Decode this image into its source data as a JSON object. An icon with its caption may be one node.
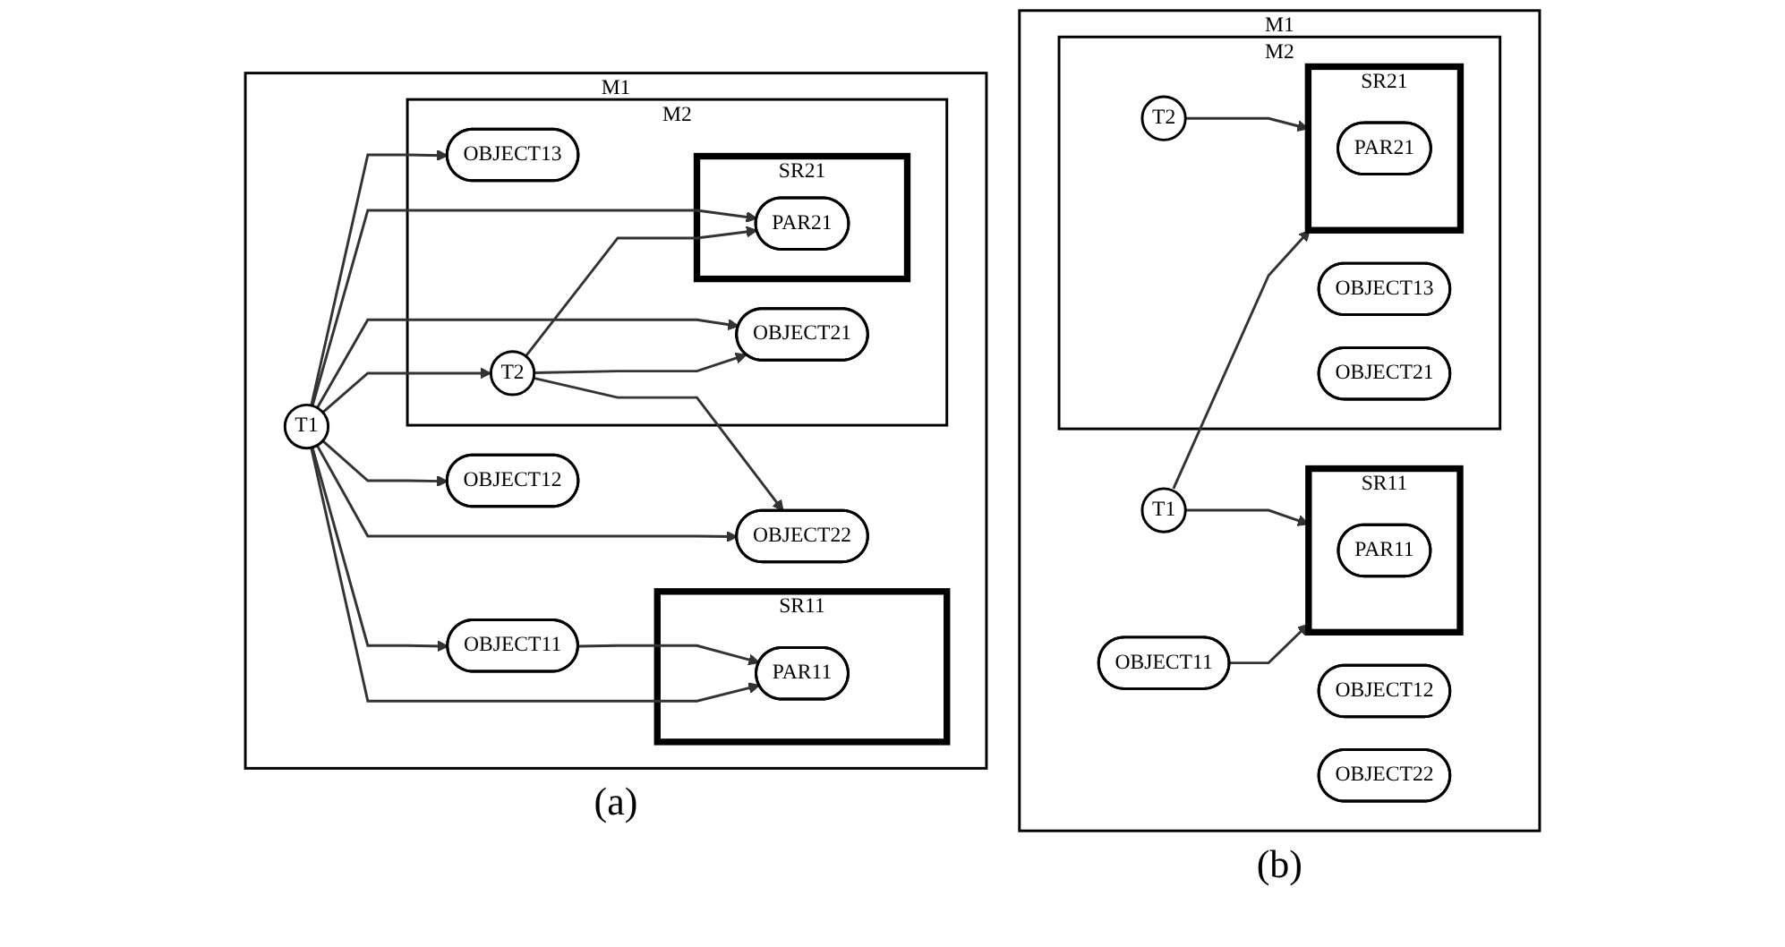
{
  "diagram": {
    "nodes": [
      {
        "text": [
          "M1"
        ],
        "beside": [
          "(a)"
        ]
      },
      {
        "text": [
          "T1"
        ],
        "in": 0
      },
      {
        "text": [
          "OBJECT11"
        ],
        "in": 0
      },
      {
        "text": [
          "SR11"
        ],
        "in": 0
      },
      {
        "text": [
          "PAR11"
        ],
        "in": 3
      },
      {
        "text": [
          "OBJECT12"
        ],
        "in": 0
      },
      {
        "text": [
          "M2"
        ],
        "in": 0
      },
      {
        "text": [
          "OBJECT13"
        ],
        "in": 6
      },
      {
        "text": [
          "SR21"
        ],
        "in": 6
      },
      {
        "text": [
          "PAR21"
        ],
        "in": 8
      },
      {
        "text": [
          "T2"
        ],
        "in": 6
      },
      {
        "text": [
          "OBJECT21"
        ],
        "in": 6
      },
      {
        "text": [
          "OBJECT22"
        ],
        "in": 0
      },
      {
        "text": [
          "M1"
        ],
        "beside": [
          "(b)"
        ]
      },
      {
        "text": [
          "OBJECT11"
        ],
        "in": 13
      },
      {
        "text": [
          "T1"
        ],
        "in": 13
      },
      {
        "text": [
          "SR11"
        ],
        "in": 13
      },
      {
        "text": [
          "PAR11"
        ],
        "in": 16
      },
      {
        "text": [
          "OBJECT12"
        ],
        "in": 13
      },
      {
        "text": [
          "M2"
        ],
        "in": 13
      },
      {
        "text": [
          "OBJECT13"
        ],
        "in": 19
      },
      {
        "text": [
          "SR21"
        ],
        "in": 19
      },
      {
        "text": [
          "PAR21"
        ],
        "in": 21
      },
      {
        "text": [
          "T2"
        ],
        "in": 19
      },
      {
        "text": [
          "OBJECT21"
        ],
        "in": 19
      },
      {
        "text": [
          "OBJECT22"
        ],
        "in": 13
      }
    ],
    "edges": [
      {
        "from": 1,
        "to": 2,
        "arrow": "to"
      },
      {
        "from": 2,
        "to": 4,
        "arrow": "to"
      },
      {
        "from": 1,
        "to": 4,
        "arrow": "to"
      },
      {
        "from": 1,
        "to": 5,
        "arrow": "to"
      },
      {
        "from": 1,
        "to": 9,
        "arrow": "to"
      },
      {
        "from": 1,
        "to": 7,
        "arrow": "to"
      },
      {
        "from": 1,
        "to": 10,
        "arrow": "to"
      },
      {
        "from": 1,
        "to": 11,
        "arrow": "to"
      },
      {
        "from": 1,
        "to": 12,
        "arrow": "to"
      },
      {
        "from": 10,
        "to": 9,
        "arrow": "to"
      },
      {
        "from": 10,
        "to": 11,
        "arrow": "to"
      },
      {
        "from": 10,
        "to": 12,
        "arrow": "to"
      },
      {
        "from": 14,
        "to": 16,
        "arrow": "to"
      },
      {
        "from": 15,
        "to": 16,
        "arrow": "to"
      },
      {
        "from": 15,
        "to": 21,
        "arrow": "to"
      },
      {
        "from": 23,
        "to": 21,
        "arrow": "to"
      }
    ]
  }
}
